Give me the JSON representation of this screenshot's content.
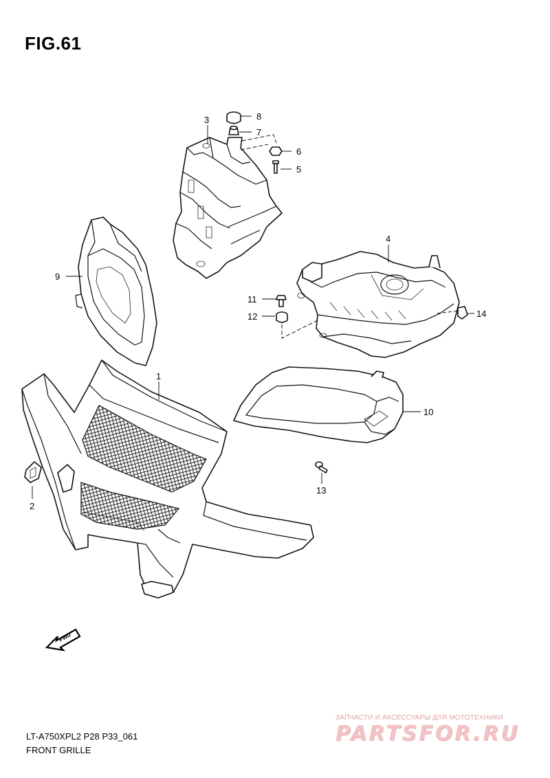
{
  "figure": {
    "title": "FIG.61",
    "code": "LT-A750XPL2 P28 P33_061",
    "name": "FRONT GRILLE"
  },
  "callouts": [
    {
      "id": "1",
      "label": "1"
    },
    {
      "id": "2",
      "label": "2"
    },
    {
      "id": "3",
      "label": "3"
    },
    {
      "id": "4",
      "label": "4"
    },
    {
      "id": "5",
      "label": "5"
    },
    {
      "id": "6",
      "label": "6"
    },
    {
      "id": "7",
      "label": "7"
    },
    {
      "id": "8",
      "label": "8"
    },
    {
      "id": "9",
      "label": "9"
    },
    {
      "id": "10",
      "label": "10"
    },
    {
      "id": "11",
      "label": "11"
    },
    {
      "id": "12",
      "label": "12"
    },
    {
      "id": "13",
      "label": "13"
    },
    {
      "id": "14",
      "label": "14"
    }
  ],
  "direction_arrow": {
    "label": "FWD",
    "icon": "fwd-arrow-icon"
  },
  "watermark": {
    "tagline": "ЗАПЧАСТИ И АКСЕССУАРЫ ДЛЯ МОТОТЕХНИКИ",
    "brand": "PARTSFOR.RU"
  }
}
